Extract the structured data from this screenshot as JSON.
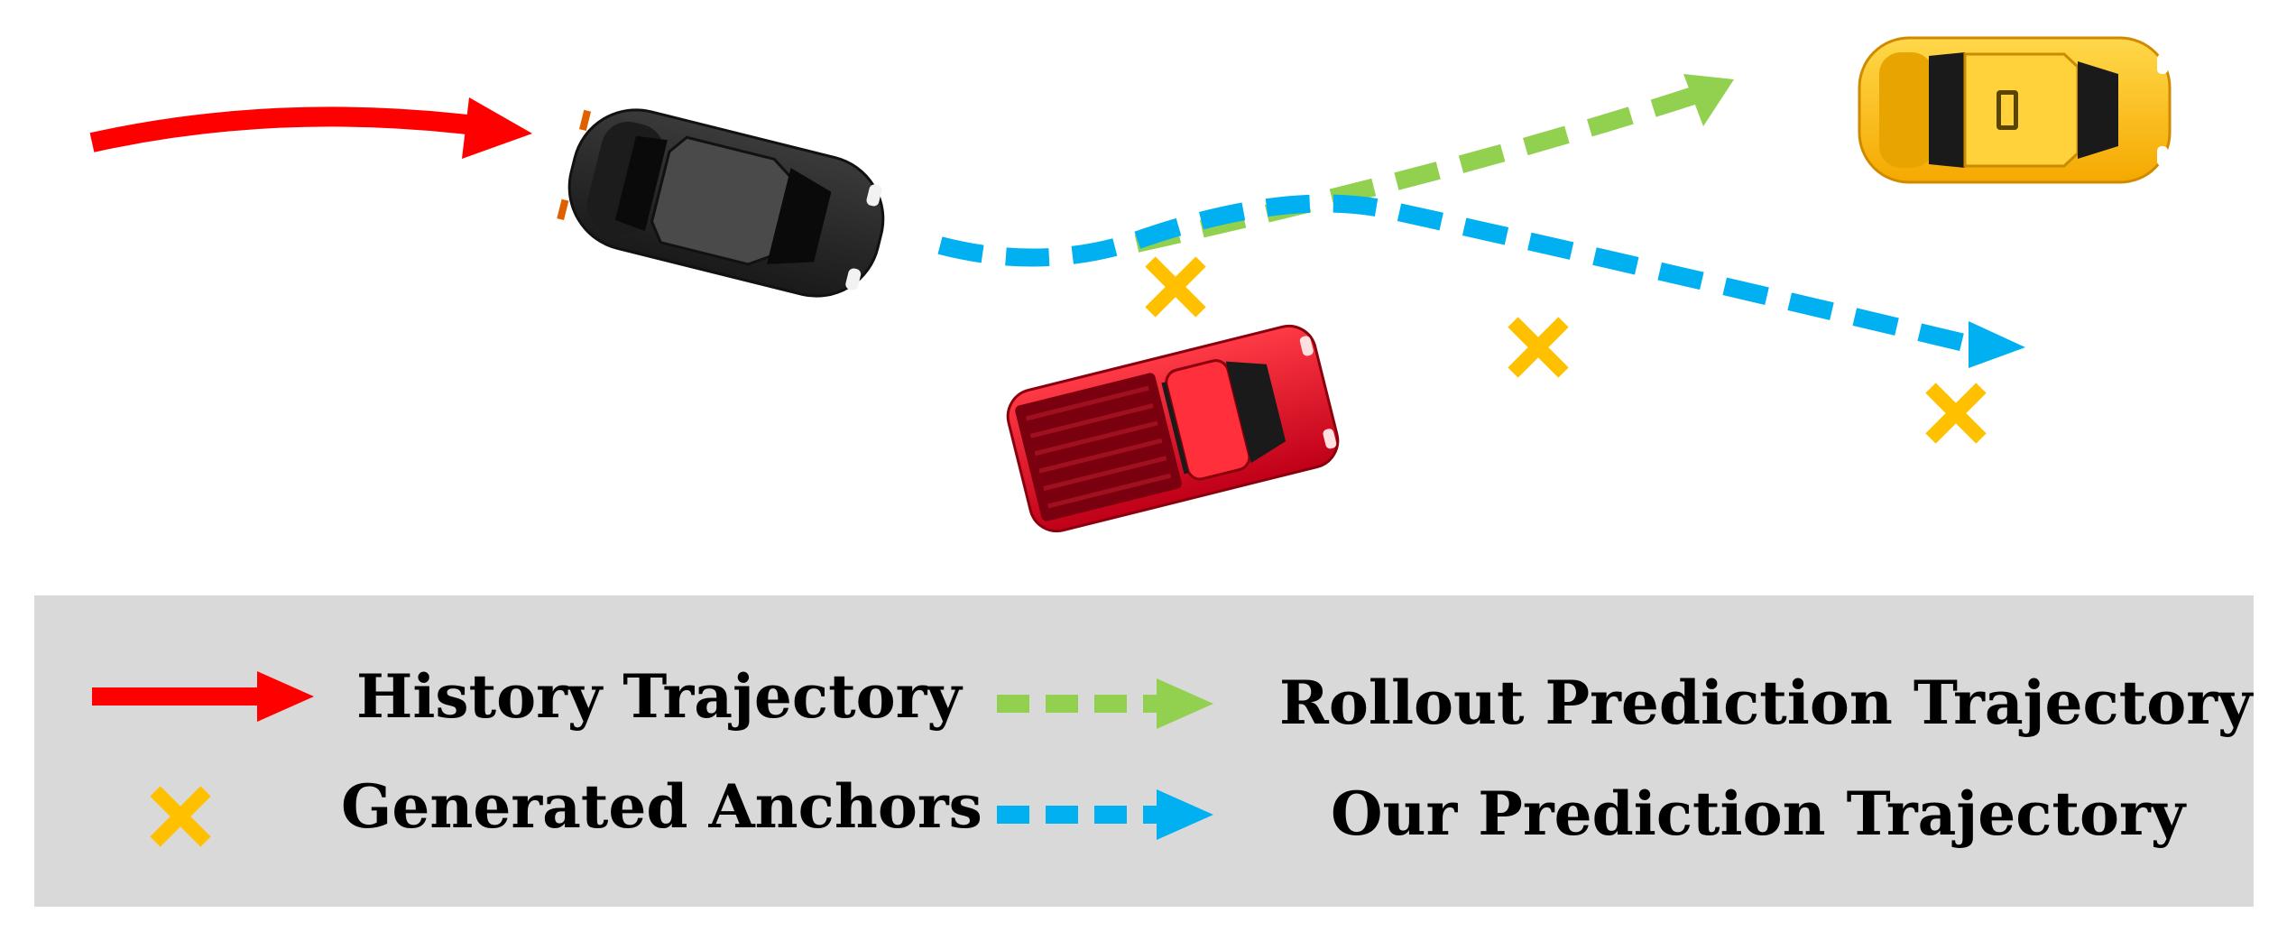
{
  "colors": {
    "history": "#ff0000",
    "rollout": "#92d050",
    "ours": "#00b0f0",
    "anchor": "#ffc000",
    "legend_bg": "#d9d9d9",
    "black_car": "#2b2b2b",
    "red_truck": "#e01b2a",
    "yellow_taxi": "#ffc72c"
  },
  "icons": {
    "black_car": "car-top-view",
    "red_truck": "pickup-truck-top-view",
    "yellow_taxi": "taxi-top-view",
    "anchor": "x-mark"
  },
  "legend": {
    "history_label": "History Trajectory",
    "rollout_label": "Rollout Prediction Trajectory",
    "anchors_label": "Generated Anchors",
    "ours_label": "Our Prediction Trajectory"
  }
}
